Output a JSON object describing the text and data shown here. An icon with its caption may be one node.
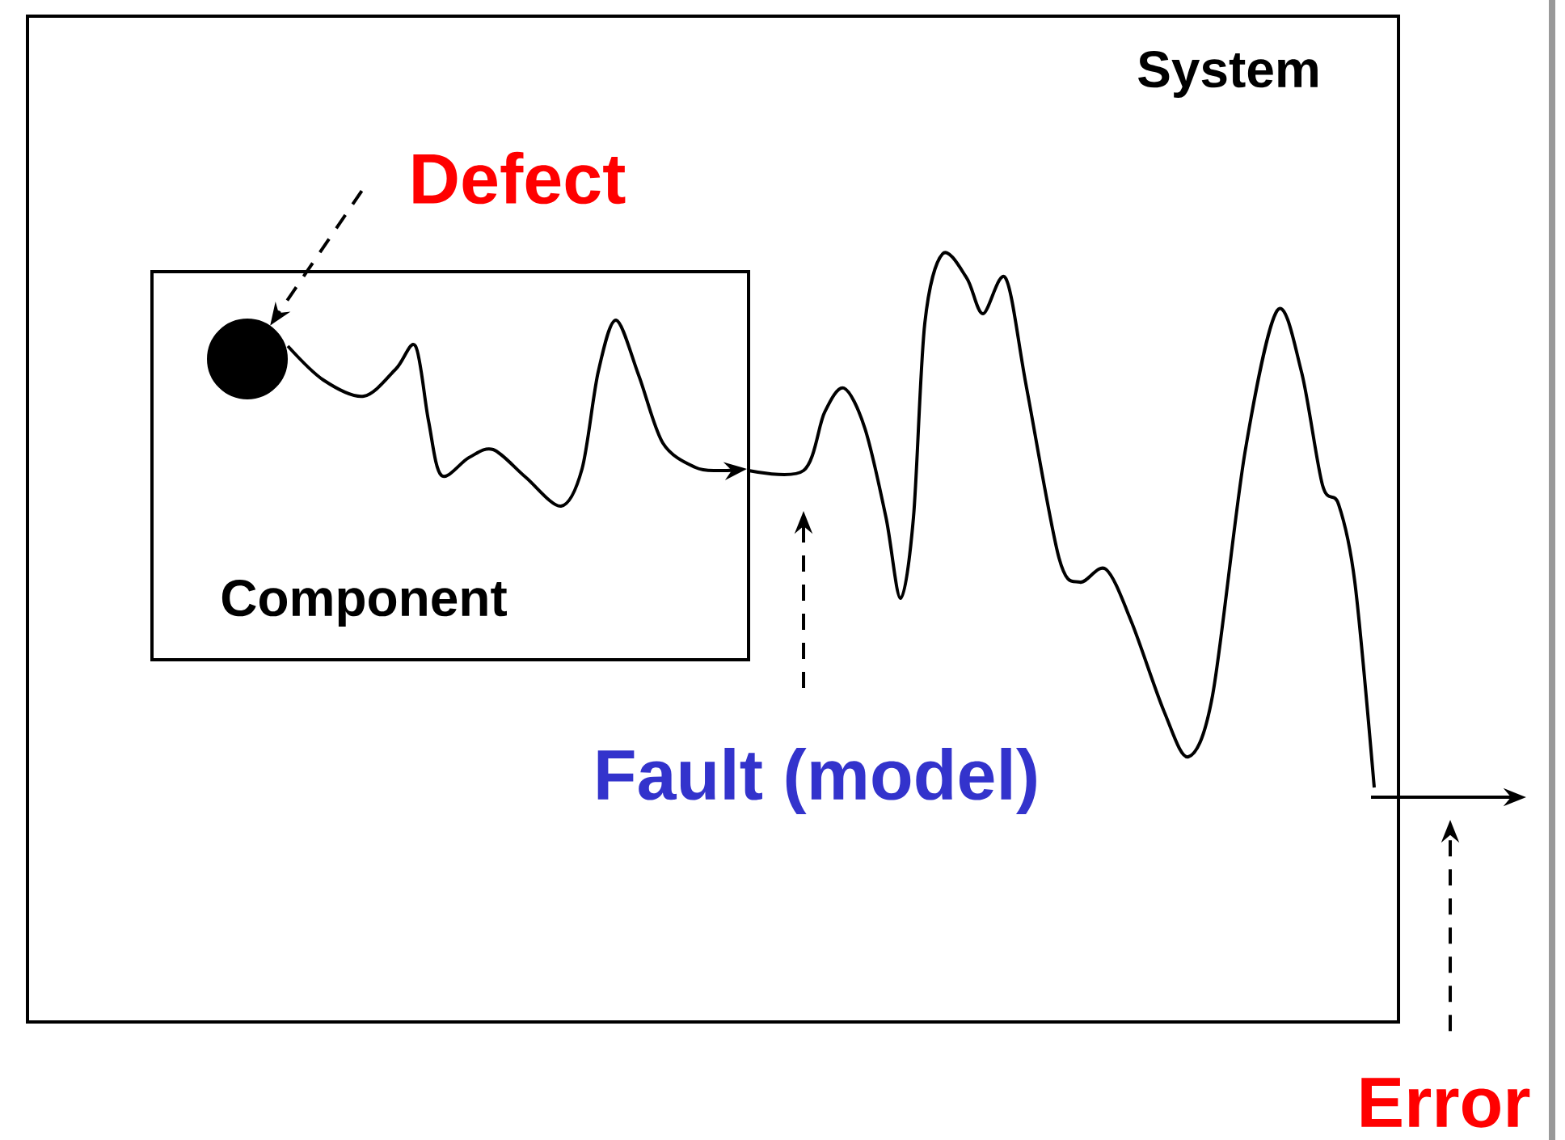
{
  "diagram": {
    "nodes": [
      {
        "text": [
          "System"
        ]
      },
      {
        "text": [
          "Component"
        ],
        "in": 0
      },
      {
        "text": [],
        "shape": "circle",
        "in": 1
      },
      {
        "text": [
          "Defect"
        ],
        "in": 0
      },
      {
        "text": [
          "Fault (model)"
        ],
        "in": 0
      },
      {
        "text": [
          "Error"
        ]
      }
    ],
    "edges": [
      {
        "from": 3,
        "to": 2,
        "arrow": "to",
        "style": "dashed"
      },
      {
        "from": 4,
        "to": null,
        "arrow": "to",
        "style": "dashed"
      },
      {
        "from": 5,
        "to": null,
        "arrow": "to",
        "style": "dashed"
      },
      {
        "from": 2,
        "to": null,
        "arrow": "to"
      }
    ]
  }
}
